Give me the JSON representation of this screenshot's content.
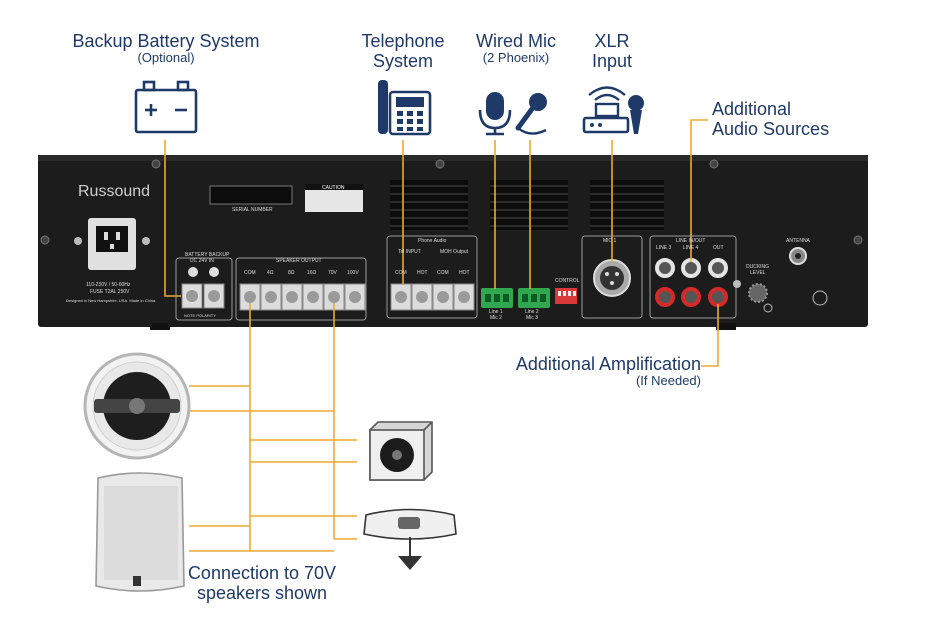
{
  "labels": {
    "battery_title": "Backup Battery System",
    "battery_sub": "(Optional)",
    "telephone_line1": "Telephone",
    "telephone_line2": "System",
    "wiredmic_title": "Wired Mic",
    "wiredmic_sub": "(2 Phoenix)",
    "xlr_line1": "XLR",
    "xlr_line2": "Input",
    "additional_line1": "Additional",
    "additional_line2": "Audio Sources",
    "amp_title": "Additional Amplification",
    "amp_sub": "(If Needed)",
    "conn_line1": "Connection to 70V",
    "conn_line2": "speakers shown"
  },
  "panel": {
    "brand": "Russound",
    "serial": "SERIAL NUMBER",
    "caution": "CAUTION",
    "power_spec1": "110-230V / 50-60Hz",
    "power_spec2": "FUSE T2AL 250V",
    "made_in": "Designed in New Hampshire, USA. Made in China.",
    "battery_hdr1": "BATTERY BACKUP",
    "battery_hdr2": "DC 24V IN",
    "note_polarity": "NOTE POLARITY",
    "speaker_hdr": "SPEAKER OUTPUT",
    "speaker_terms": [
      "COM",
      "4Ω",
      "8Ω",
      "16Ω",
      "70V",
      "100V"
    ],
    "phone_hdr": "Phone Audio",
    "tel_input": "Tel INPUT",
    "moh_output": "MOH Output",
    "phone_terms": [
      "COM",
      "HOT",
      "COM",
      "HOT"
    ],
    "line1_mic2": [
      "Line 1",
      "Mic 2"
    ],
    "line2_mic3": [
      "Line 2",
      "Mic 3"
    ],
    "control": "CONTROL",
    "mic1": "MIC 1",
    "line_inout": "LINE IN/OUT",
    "line_cols": [
      "LINE 3",
      "LINE 4",
      "OUT"
    ],
    "ducking": [
      "DUCKING",
      "LEVEL"
    ],
    "antenna": "ANTENNA"
  },
  "colors": {
    "label": "#1f3a68",
    "wire": "#f0a830",
    "panel": "#1c1c1c",
    "green_terminal": "#2fa84f",
    "rca_red": "#d42a2a"
  }
}
